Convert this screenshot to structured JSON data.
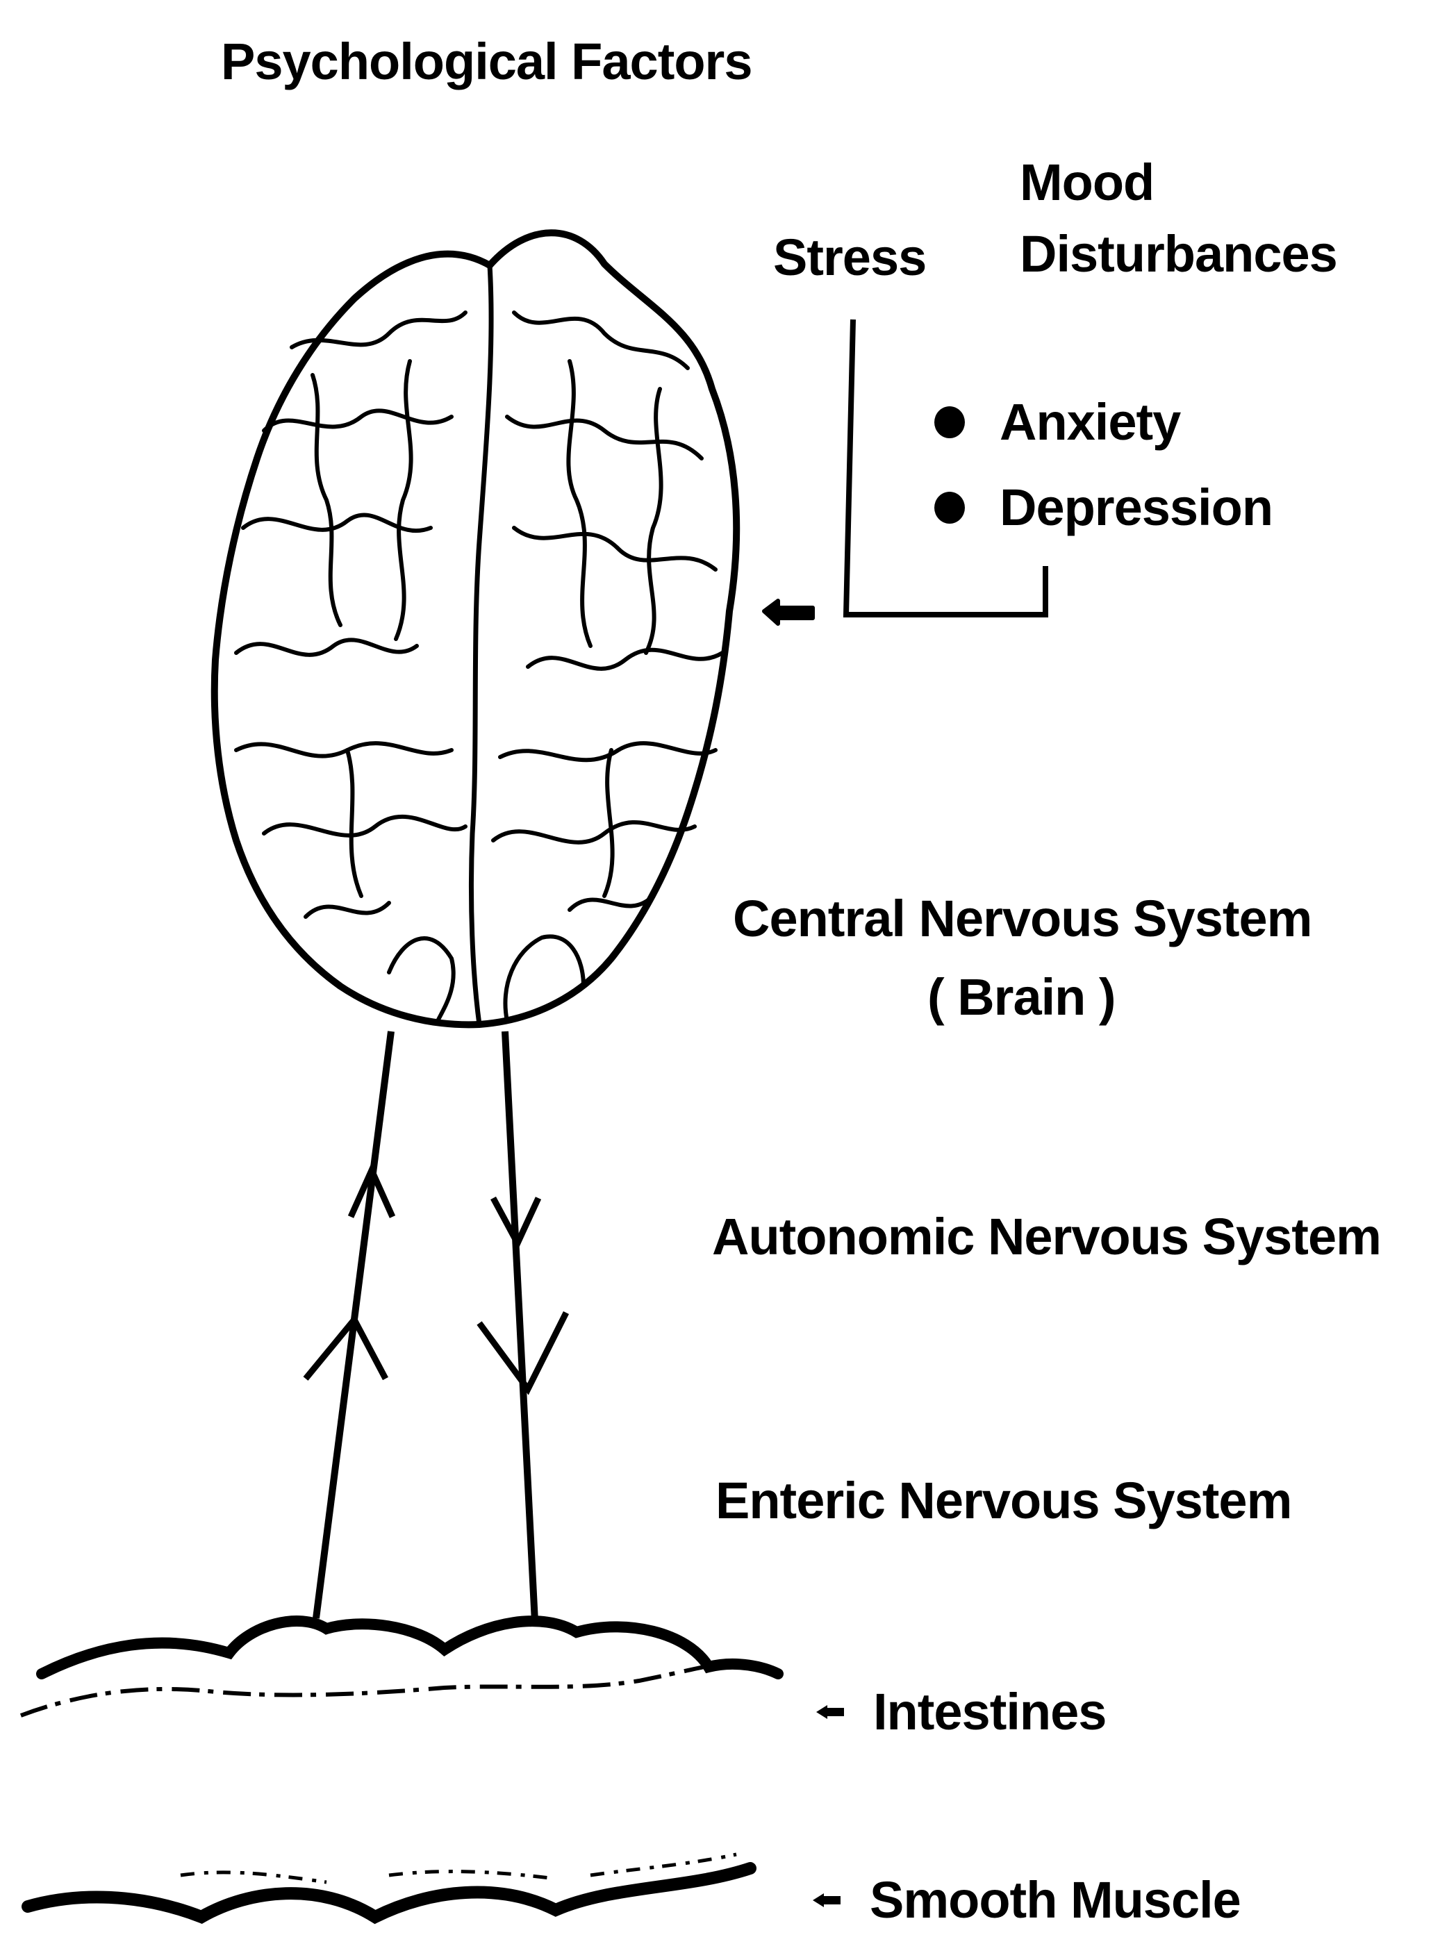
{
  "title": "Psychological Factors",
  "factors": {
    "stress": "Stress",
    "mood_line1": "Mood",
    "mood_line2": "Disturbances",
    "bullets": [
      "Anxiety",
      "Depression"
    ]
  },
  "systems": {
    "cns_line1": "Central Nervous System",
    "cns_line2": "( Brain )",
    "ans": "Autonomic Nervous System",
    "ens": "Enteric Nervous System"
  },
  "tissues": {
    "intestines": "Intestines",
    "smooth_muscle": "Smooth Muscle"
  }
}
